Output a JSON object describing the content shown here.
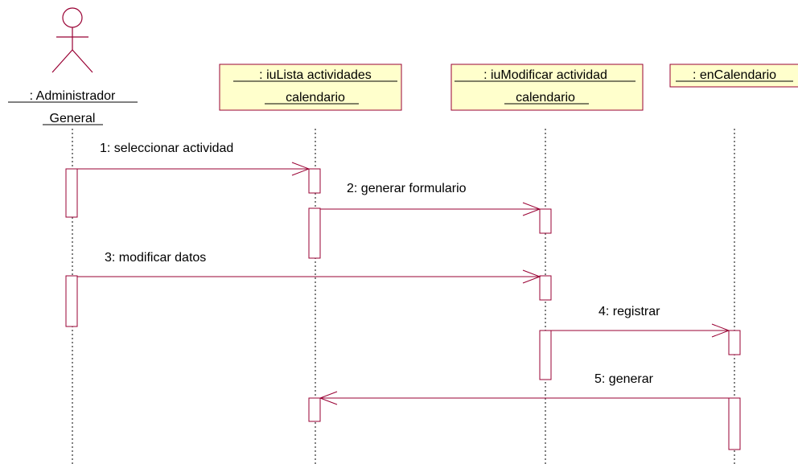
{
  "actor": {
    "name_line1": ": Administrador",
    "name_line2": "General"
  },
  "objects": [
    {
      "line1": ": iuLista actividades",
      "line2": "calendario"
    },
    {
      "line1": ": iuModificar actividad",
      "line2": "calendario"
    },
    {
      "line1": ": enCalendario",
      "line2": ""
    }
  ],
  "messages": [
    {
      "label": "1: seleccionar actividad"
    },
    {
      "label": "2: generar formulario"
    },
    {
      "label": "3: modificar datos"
    },
    {
      "label": "4: registrar"
    },
    {
      "label": "5: generar"
    }
  ],
  "colors": {
    "line": "#990033",
    "object_fill": "#ffffcc"
  }
}
